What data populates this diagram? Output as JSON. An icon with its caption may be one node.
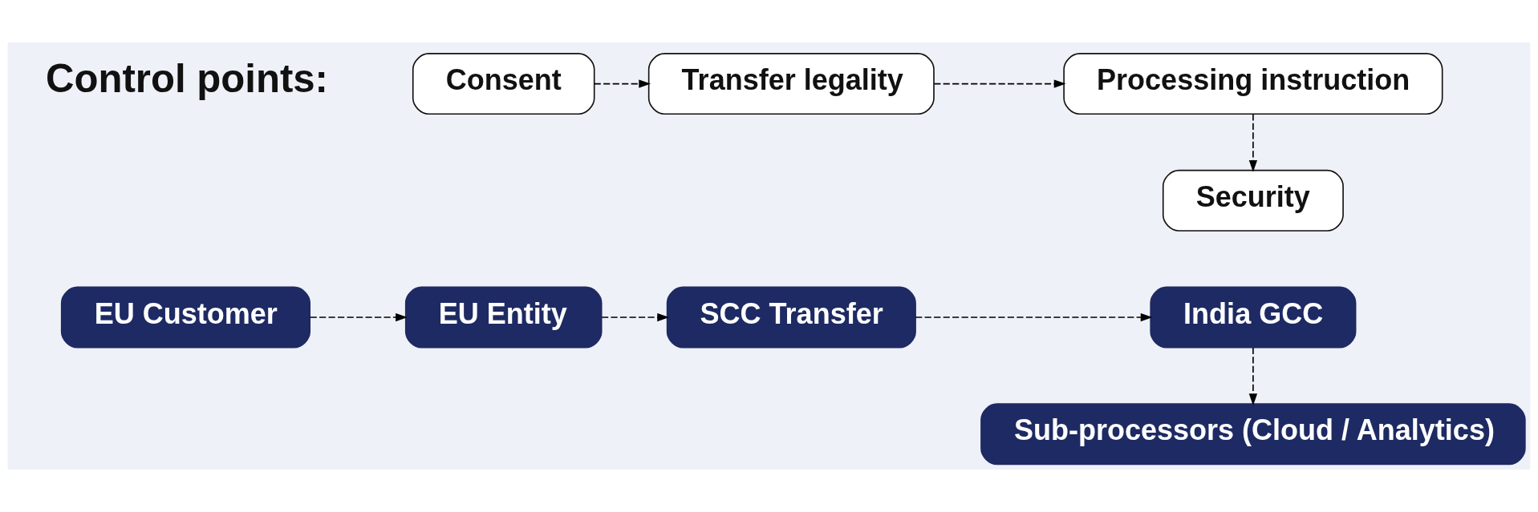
{
  "diagram": {
    "nodes": [
      {
        "text": [
          "EU Customer"
        ]
      },
      {
        "text": [
          "EU Entity"
        ]
      },
      {
        "text": [
          "SCC Transfer"
        ]
      },
      {
        "text": [
          "India GCC"
        ]
      },
      {
        "text": [
          "Sub-processors (Cloud / Analytics)"
        ]
      },
      {
        "text": [
          "Consent"
        ]
      },
      {
        "text": [
          "Transfer legality"
        ]
      },
      {
        "text": [
          "Processing instruction"
        ]
      },
      {
        "text": [
          "Security"
        ]
      }
    ],
    "edges": [
      {
        "from": 0,
        "to": 1,
        "arrow": "to",
        "style": "dashed"
      },
      {
        "from": 1,
        "to": 2,
        "arrow": "to",
        "style": "dashed"
      },
      {
        "from": 2,
        "to": 3,
        "arrow": "to",
        "style": "dashed"
      },
      {
        "from": 3,
        "to": 4,
        "arrow": "to",
        "style": "dashed"
      },
      {
        "from": 5,
        "to": 6,
        "arrow": "to",
        "style": "dashed"
      },
      {
        "from": 6,
        "to": 7,
        "arrow": "to",
        "style": "dashed"
      },
      {
        "from": 7,
        "to": 8,
        "arrow": "to",
        "style": "dashed"
      }
    ],
    "labels": [
      "Control points:"
    ]
  }
}
